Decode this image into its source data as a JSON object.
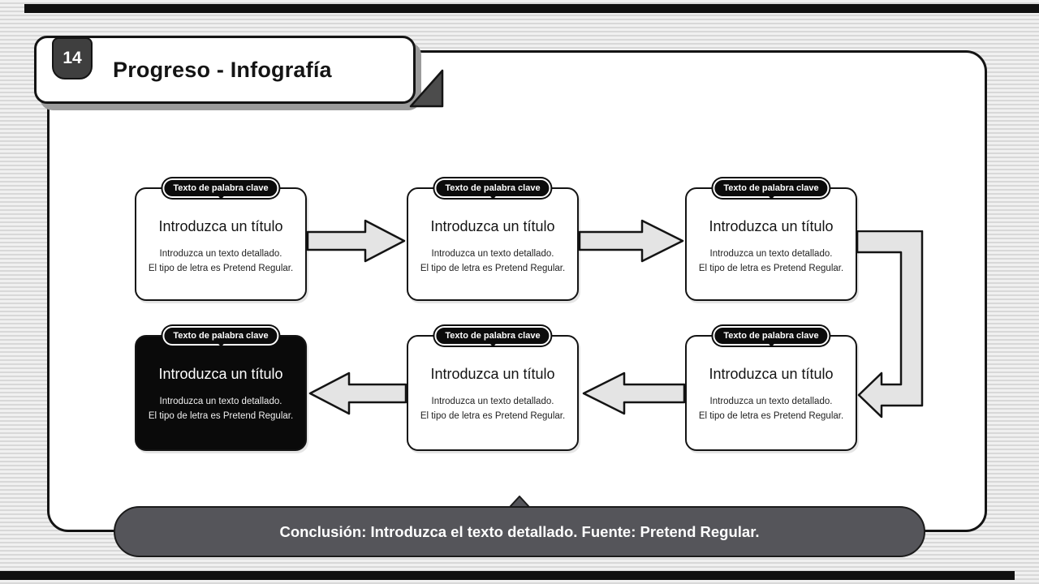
{
  "slide": {
    "page_number": "14",
    "title": "Progreso - Infografía",
    "conclusion": "Conclusión: Introduzca el texto detallado. Fuente: Pretend Regular."
  },
  "steps": [
    {
      "position": "row-1-col-1",
      "variant": "light",
      "keyword": "Texto de palabra clave",
      "title": "Introduzca un título",
      "body_line1": "Introduzca un texto detallado.",
      "body_line2": "El tipo de letra es Pretend Regular."
    },
    {
      "position": "row-1-col-2",
      "variant": "light",
      "keyword": "Texto de palabra clave",
      "title": "Introduzca un título",
      "body_line1": "Introduzca un texto detallado.",
      "body_line2": "El tipo de letra es Pretend Regular."
    },
    {
      "position": "row-1-col-3",
      "variant": "light",
      "keyword": "Texto de palabra clave",
      "title": "Introduzca un título",
      "body_line1": "Introduzca un texto detallado.",
      "body_line2": "El tipo de letra es Pretend Regular."
    },
    {
      "position": "row-2-col-3",
      "variant": "light",
      "keyword": "Texto de palabra clave",
      "title": "Introduzca un título",
      "body_line1": "Introduzca un texto detallado.",
      "body_line2": "El tipo de letra es Pretend Regular."
    },
    {
      "position": "row-2-col-2",
      "variant": "light",
      "keyword": "Texto de palabra clave",
      "title": "Introduzca un título",
      "body_line1": "Introduzca un texto detallado.",
      "body_line2": "El tipo de letra es Pretend Regular."
    },
    {
      "position": "row-2-col-1",
      "variant": "dark",
      "keyword": "Texto de palabra clave",
      "title": "Introduzca un título",
      "body_line1": "Introduzca un texto detallado.",
      "body_line2": "El tipo de letra es Pretend Regular."
    }
  ],
  "icons": {
    "flow_arrows": [
      "arrow-right",
      "arrow-right",
      "elbow-right-down-left",
      "arrow-left",
      "arrow-left"
    ],
    "header_decoration": "page-curl",
    "conclusion_decoration": "speech-tail"
  },
  "colors": {
    "outline": "#141414",
    "badge_bg": "#3f3f3f",
    "pill_bg": "#0c0c0c",
    "dark_step_bg": "#0a0a0a",
    "arrow_fill": "#e4e4e4",
    "conclusion_bg": "#55555a",
    "stripe_light": "#f0f0f0",
    "stripe_dark": "#d8d8d8"
  }
}
